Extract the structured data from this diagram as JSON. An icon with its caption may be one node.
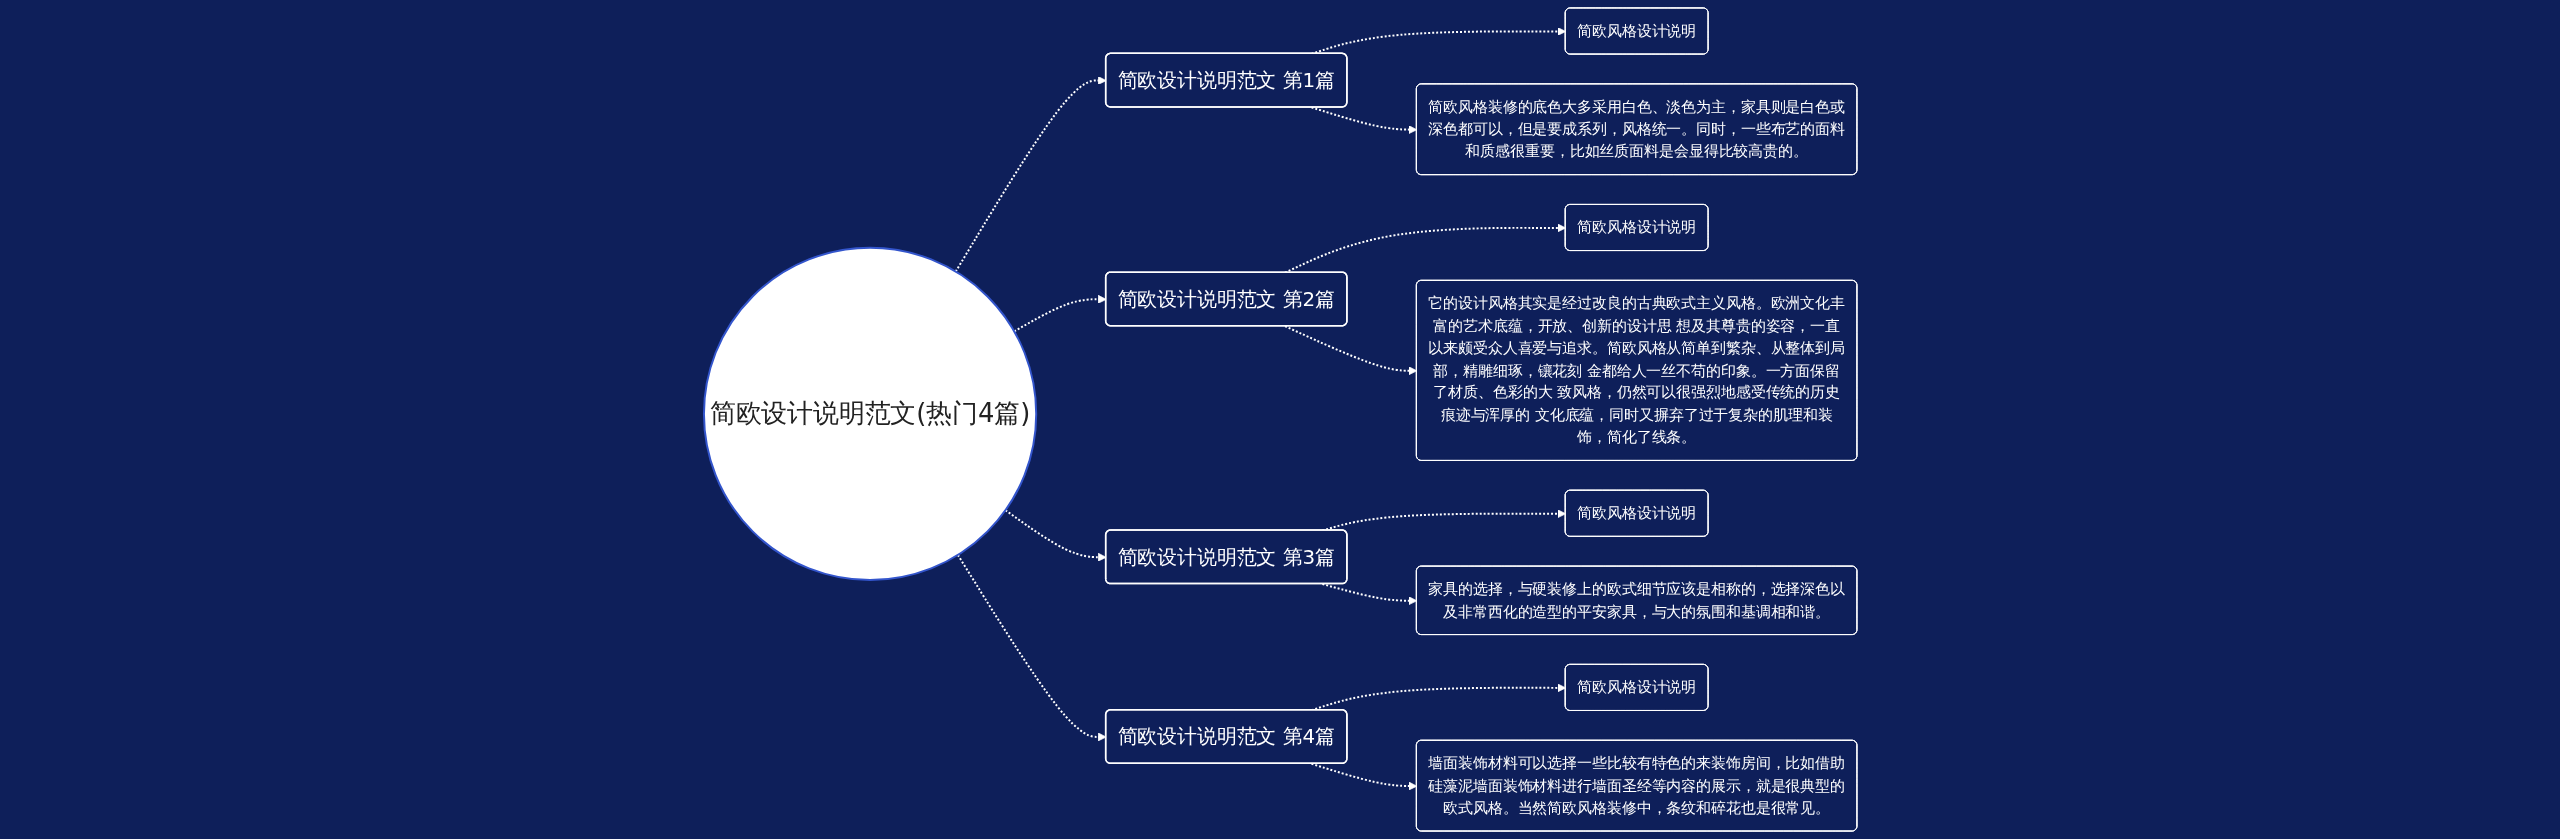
{
  "diagram": {
    "nodes": [
      {
        "text": [
          "简欧设计说明范文(热门4篇)"
        ]
      },
      {
        "text": [
          "简欧设计说明范文 第1篇"
        ]
      },
      {
        "text": [
          "简欧风格设计说明"
        ]
      },
      {
        "text": [
          "简欧风格装修的底色大多采用白色、淡色为主，家具则是白色或深色都可以，但是要成系列，风格统一。同时，一些布艺的面料和质感很重要，比如丝质面料是会显得比较高贵的。"
        ]
      },
      {
        "text": [
          "简欧设计说明范文 第2篇"
        ]
      },
      {
        "text": [
          "简欧风格设计说明"
        ]
      },
      {
        "text": [
          "它的设计风格其实是经过改良的古典欧式主义风格。欧洲文化丰富的艺术底蕴，开放、创新的设计思 想及其尊贵的姿容，一直以来颇受众人喜爱与追求。简欧风格从简单到繁杂、从整体到局部，精雕细琢，镶花刻 金都给人一丝不苟的印象。一方面保留了材质、色彩的大 致风格，仍然可以很强烈地感受传统的历史痕迹与浑厚的 文化底蕴，同时又摒弃了过于复杂的肌理和装饰，简化了线条。"
        ]
      },
      {
        "text": [
          "简欧设计说明范文 第3篇"
        ]
      },
      {
        "text": [
          "简欧风格设计说明"
        ]
      },
      {
        "text": [
          "家具的选择，与硬装修上的欧式细节应该是相称的，选择深色以及非常西化的造型的平安家具，与大的氛围和基调相和谐。"
        ]
      },
      {
        "text": [
          "简欧设计说明范文 第4篇"
        ]
      },
      {
        "text": [
          "简欧风格设计说明"
        ]
      },
      {
        "text": [
          "墙面装饰材料可以选择一些比较有特色的来装饰房间，比如借助硅藻泥墙面装饰材料进行墙面圣经等内容的展示，就是很典型的欧式风格。当然简欧风格装修中，条纹和碎花也是很常见。"
        ]
      }
    ],
    "edges": [
      {
        "from": 0,
        "to": 1,
        "arrow": "to",
        "style": "dashed"
      },
      {
        "from": 1,
        "to": 2,
        "arrow": "to",
        "style": "dashed"
      },
      {
        "from": 1,
        "to": 3,
        "arrow": "to",
        "style": "dashed"
      },
      {
        "from": 0,
        "to": 4,
        "arrow": "to",
        "style": "dashed"
      },
      {
        "from": 4,
        "to": 5,
        "arrow": "to",
        "style": "dashed"
      },
      {
        "from": 4,
        "to": 6,
        "arrow": "to",
        "style": "dashed"
      },
      {
        "from": 0,
        "to": 7,
        "arrow": "to",
        "style": "dashed"
      },
      {
        "from": 7,
        "to": 8,
        "arrow": "to",
        "style": "dashed"
      },
      {
        "from": 7,
        "to": 9,
        "arrow": "to",
        "style": "dashed"
      },
      {
        "from": 0,
        "to": 10,
        "arrow": "to",
        "style": "dashed"
      },
      {
        "from": 10,
        "to": 11,
        "arrow": "to",
        "style": "dashed"
      },
      {
        "from": 10,
        "to": 12,
        "arrow": "to",
        "style": "dashed"
      }
    ]
  }
}
